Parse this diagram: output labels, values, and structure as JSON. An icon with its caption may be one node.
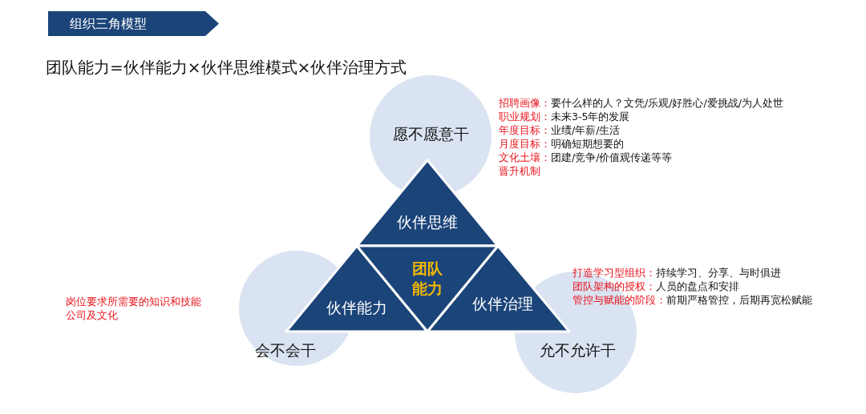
{
  "diagram": {
    "title": "组织三角模型",
    "nodes": [
      {
        "text": [
          "愿不愿意干"
        ]
      },
      {
        "text": [
          "会不会干"
        ]
      },
      {
        "text": [
          "允不允许干"
        ]
      },
      {
        "text": [
          "伙伴思维"
        ]
      },
      {
        "text": [
          "伙伴能力"
        ]
      },
      {
        "text": [
          "伙伴治理"
        ]
      },
      {
        "text": [
          "团队能力"
        ]
      }
    ],
    "labels": [
      "团队能力=伙伴能力×伙伴思维模式×伙伴治理方式",
      "招聘画像：",
      "要什么样的人？文凭/乐观/好胜心/爱挑战/为人处世",
      "职业规划：",
      "未来3-5年的发展",
      "年度目标：",
      "业绩/年薪/生活",
      "月度目标：",
      "明确短期想要的",
      "文化土壤：",
      "团建/竞争/价值观传递等等",
      "晋升机制",
      "打造学习型组织：",
      "持续学习、分享、与时俱进",
      "团队架构的授权：",
      "人员的盘点和安排",
      "管控与赋能的阶段：",
      "前期严格管控，后期再宽松赋能",
      "岗位要求所需要的知识和技能公司及文化"
    ]
  }
}
